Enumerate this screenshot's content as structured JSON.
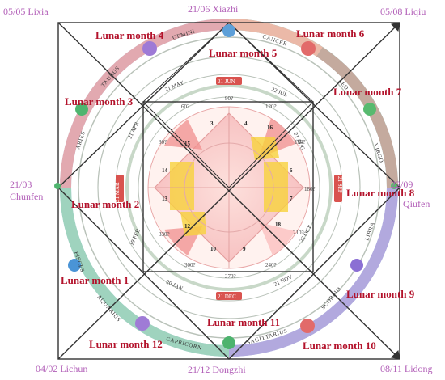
{
  "solar_terms": {
    "lixia": "05/05 Lixia",
    "xiazhi": "21/06 Xiazhi",
    "liqiu": "05/08 Liqiu",
    "chunfen_date": "21/03",
    "chunfen_name": "Chunfen",
    "qiufen_date": "22/09",
    "qiufen_name": "Qiufen",
    "lichun": "04/02 Lichun",
    "dongzhi": "21/12 Dongzhi",
    "lidong": "08/11 Lidong"
  },
  "lunar_months": {
    "m1": "Lunar month 1",
    "m2": "Lunar month 2",
    "m3": "Lunar month 3",
    "m4": "Lunar month 4",
    "m5": "Lunar month 5",
    "m6": "Lunar month 6",
    "m7": "Lunar month 7",
    "m8": "Lunar month 8",
    "m9": "Lunar month 9",
    "m10": "Lunar month 10",
    "m11": "Lunar month 11",
    "m12": "Lunar month 12"
  },
  "zodiac": [
    "GEMINI",
    "CANCER",
    "LEO",
    "VIRGO",
    "LIBRA",
    "SCORPIO",
    "SAGITTARIUS",
    "CAPRICORN",
    "AQUARIUS",
    "PISCES",
    "ARIES",
    "TAURUS"
  ],
  "dates": [
    "21 MAY",
    "21 JUN",
    "22 JUL",
    "21 AUG",
    "21 SEP",
    "22 OCT",
    "21 NOV",
    "21 DEC",
    "20 JAN",
    "19 FEB",
    "21 MAR",
    "21 APR"
  ],
  "degrees": [
    "90?",
    "120?",
    "150?",
    "180?",
    "210?",
    "240?",
    "270?",
    "300?",
    "330?",
    "30?",
    "60?"
  ],
  "numbers": [
    "3",
    "4",
    "16",
    "6",
    "7",
    "18",
    "9",
    "10",
    "12",
    "13",
    "14",
    "15"
  ]
}
